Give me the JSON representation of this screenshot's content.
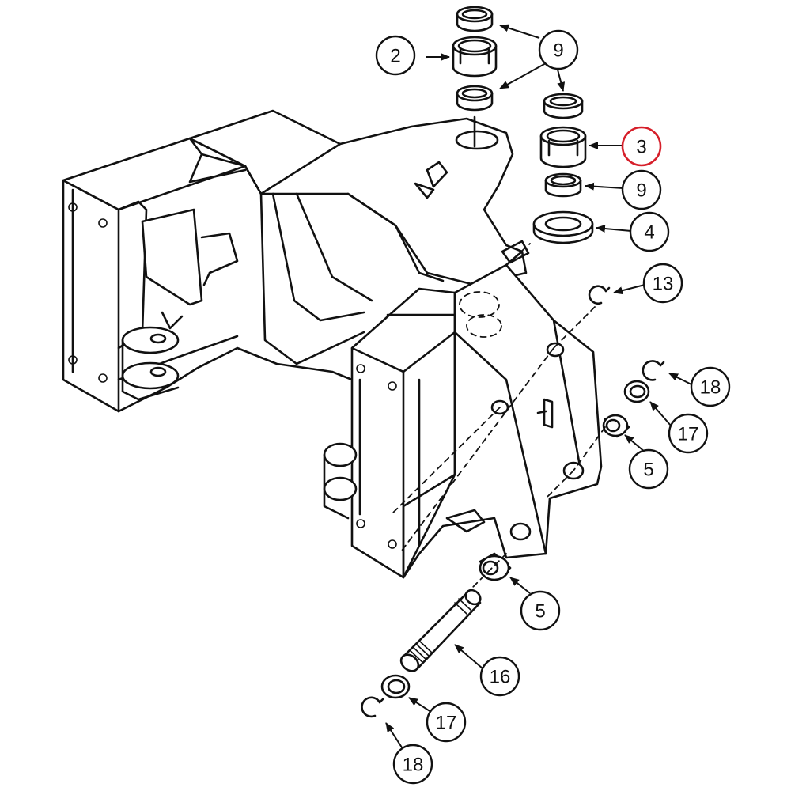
{
  "callouts": [
    {
      "id": "c2",
      "label": "2",
      "highlight": false
    },
    {
      "id": "c9a",
      "label": "9",
      "highlight": false
    },
    {
      "id": "c3",
      "label": "3",
      "highlight": true
    },
    {
      "id": "c9b",
      "label": "9",
      "highlight": false
    },
    {
      "id": "c4",
      "label": "4",
      "highlight": false
    },
    {
      "id": "c13",
      "label": "13",
      "highlight": false
    },
    {
      "id": "c18a",
      "label": "18",
      "highlight": false
    },
    {
      "id": "c17a",
      "label": "17",
      "highlight": false
    },
    {
      "id": "c5a",
      "label": "5",
      "highlight": false
    },
    {
      "id": "c5b",
      "label": "5",
      "highlight": false
    },
    {
      "id": "c16",
      "label": "16",
      "highlight": false
    },
    {
      "id": "c17b",
      "label": "17",
      "highlight": false
    },
    {
      "id": "c18b",
      "label": "18",
      "highlight": false
    }
  ],
  "highlight_color": "#d61f2a"
}
